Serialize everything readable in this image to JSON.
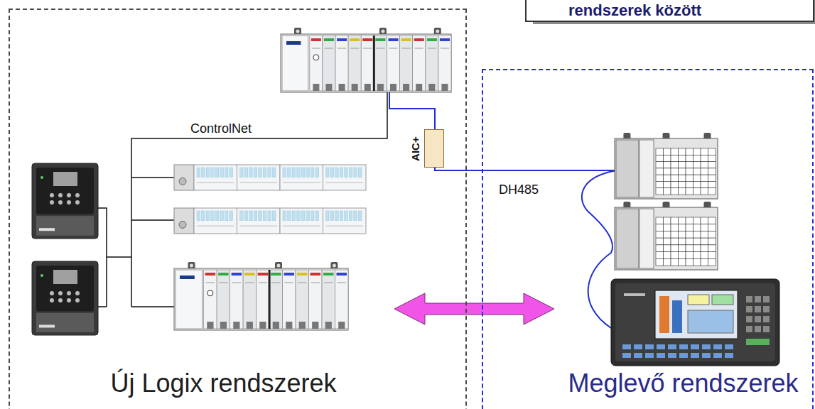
{
  "diagram": {
    "title": "rendszerek között",
    "nodes": [
      {
        "text": [
          "Új Logix rendszerek"
        ]
      },
      {
        "text": [
          "AIC+"
        ],
        "in": 0
      },
      {
        "text": [
          "Meglevő rendszerek"
        ]
      }
    ],
    "labels": [
      "ControlNet",
      "DH485"
    ]
  }
}
